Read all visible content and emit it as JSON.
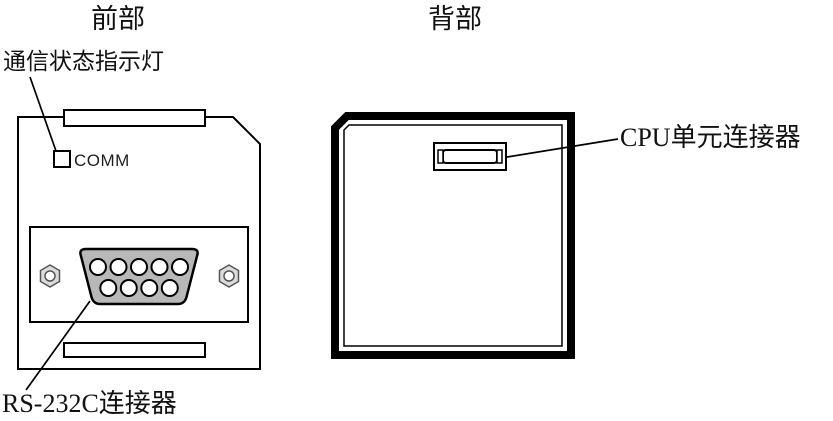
{
  "diagram": {
    "front": {
      "title": "前部",
      "status_light_label": "通信状态指示灯",
      "comm_text": "COMM",
      "rs232c_label": "RS-232C连接器"
    },
    "back": {
      "title": "背部",
      "cpu_connector_label": "CPU单元连接器"
    },
    "colors": {
      "outline": "#000000",
      "db9_fill": "#b8b8b8",
      "screw_fill": "#dcdcdc",
      "background": "#ffffff"
    }
  }
}
